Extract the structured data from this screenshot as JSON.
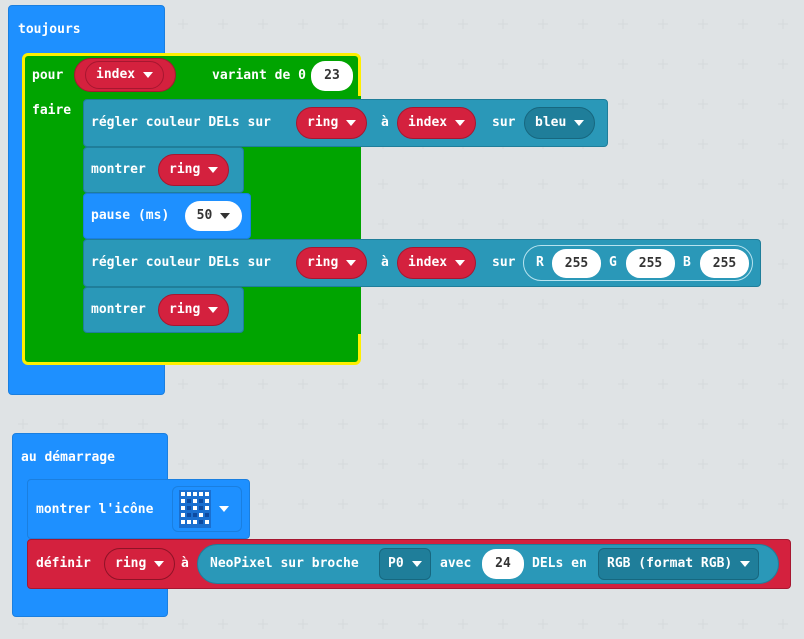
{
  "toujours": {
    "label": "toujours"
  },
  "loop": {
    "pour_label": "pour",
    "var": "index",
    "range_text": "variant de 0 à",
    "end_value": "23",
    "faire_label": "faire"
  },
  "set1": {
    "label": "régler couleur DELs sur",
    "strip": "ring",
    "a_label": "à",
    "index": "index",
    "sur_label": "sur",
    "color": "bleu"
  },
  "show1": {
    "label": "montrer",
    "strip": "ring"
  },
  "pause": {
    "label": "pause (ms)",
    "value": "50"
  },
  "set2": {
    "label": "régler couleur DELs sur",
    "strip": "ring",
    "a_label": "à",
    "index": "index",
    "sur_label": "sur",
    "r_label": "R",
    "r": "255",
    "g_label": "G",
    "g": "255",
    "b_label": "B",
    "b": "255"
  },
  "show2": {
    "label": "montrer",
    "strip": "ring"
  },
  "start": {
    "label": "au démarrage"
  },
  "icon": {
    "label": "montrer l'icône",
    "icon_name": "led-pattern-icon"
  },
  "define": {
    "label": "définir",
    "var": "ring",
    "a_label": "à",
    "neopixel_label": "NeoPixel sur broche",
    "pin": "P0",
    "avec_label": "avec",
    "count": "24",
    "dels_label": "DELs en",
    "mode": "RGB (format RGB)"
  },
  "colors": {
    "event_blue": "#1e90ff",
    "loop_green": "#00a400",
    "highlight_yellow": "#ffef00",
    "var_red": "#d4213e",
    "neopixel_teal": "#2a98b8",
    "workspace": "#ecf0f1"
  }
}
